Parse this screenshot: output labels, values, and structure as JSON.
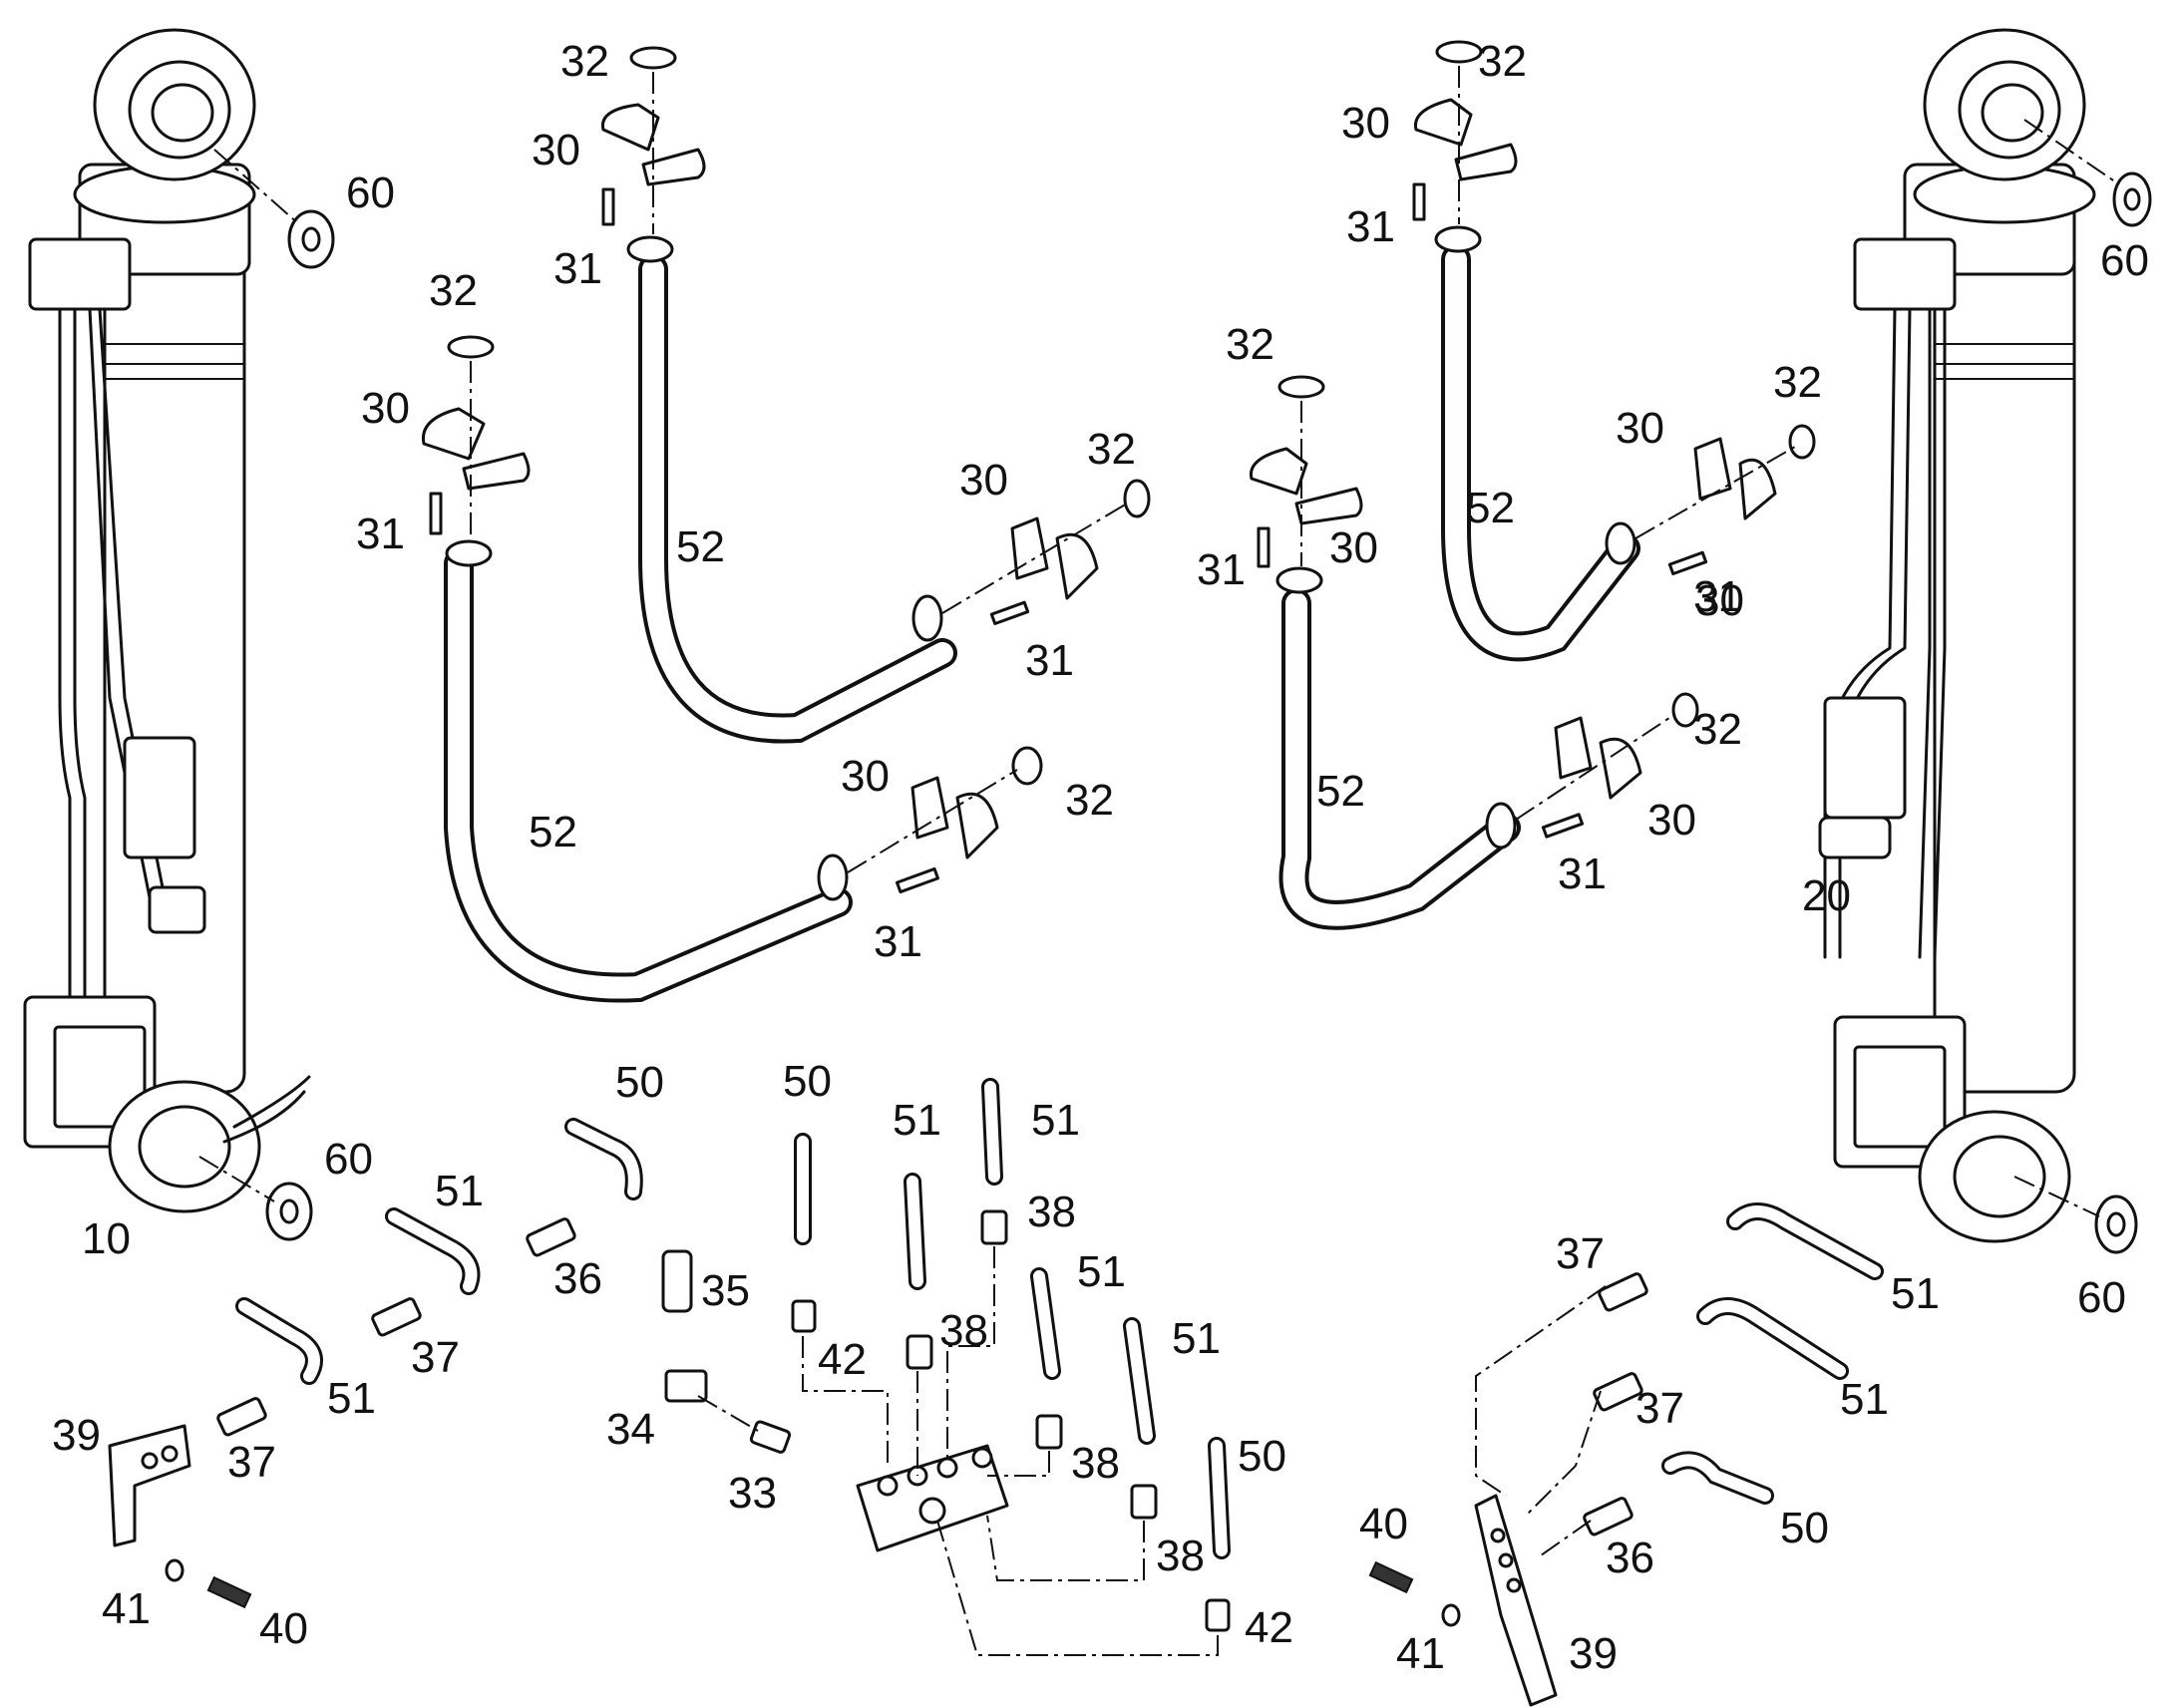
{
  "diagram": {
    "callouts": [
      {
        "id": "c1",
        "text": "32"
      },
      {
        "id": "c2",
        "text": "30"
      },
      {
        "id": "c3",
        "text": "31"
      },
      {
        "id": "c4",
        "text": "32"
      },
      {
        "id": "c5",
        "text": "30"
      },
      {
        "id": "c6",
        "text": "31"
      },
      {
        "id": "c7",
        "text": "60"
      },
      {
        "id": "c8",
        "text": "52"
      },
      {
        "id": "c9",
        "text": "30"
      },
      {
        "id": "c10",
        "text": "32"
      },
      {
        "id": "c11",
        "text": "31"
      },
      {
        "id": "c12",
        "text": "30"
      },
      {
        "id": "c13",
        "text": "32"
      },
      {
        "id": "c14",
        "text": "52"
      },
      {
        "id": "c15",
        "text": "31"
      },
      {
        "id": "c16",
        "text": "32"
      },
      {
        "id": "c17",
        "text": "30"
      },
      {
        "id": "c18",
        "text": "31"
      },
      {
        "id": "c19",
        "text": "32"
      },
      {
        "id": "c20",
        "text": "30"
      },
      {
        "id": "c21",
        "text": "31"
      },
      {
        "id": "c22",
        "text": "30"
      },
      {
        "id": "c23",
        "text": "52"
      },
      {
        "id": "c24",
        "text": "32"
      },
      {
        "id": "c25",
        "text": "30"
      },
      {
        "id": "c26",
        "text": "31"
      },
      {
        "id": "c27",
        "text": "52"
      },
      {
        "id": "c28",
        "text": "32"
      },
      {
        "id": "c29",
        "text": "30"
      },
      {
        "id": "c30",
        "text": "31"
      },
      {
        "id": "c31",
        "text": "60"
      },
      {
        "id": "c32",
        "text": "20"
      },
      {
        "id": "c33",
        "text": "60"
      },
      {
        "id": "c34",
        "text": "10"
      },
      {
        "id": "c35",
        "text": "50"
      },
      {
        "id": "c36",
        "text": "51"
      },
      {
        "id": "c37",
        "text": "36"
      },
      {
        "id": "c38",
        "text": "37"
      },
      {
        "id": "c39",
        "text": "51"
      },
      {
        "id": "c40",
        "text": "39"
      },
      {
        "id": "c41",
        "text": "37"
      },
      {
        "id": "c42",
        "text": "41"
      },
      {
        "id": "c43",
        "text": "40"
      },
      {
        "id": "c44",
        "text": "50"
      },
      {
        "id": "c45",
        "text": "51"
      },
      {
        "id": "c46",
        "text": "51"
      },
      {
        "id": "c47",
        "text": "38"
      },
      {
        "id": "c48",
        "text": "35"
      },
      {
        "id": "c49",
        "text": "42"
      },
      {
        "id": "c50",
        "text": "38"
      },
      {
        "id": "c51",
        "text": "51"
      },
      {
        "id": "c52",
        "text": "51"
      },
      {
        "id": "c53",
        "text": "34"
      },
      {
        "id": "c54",
        "text": "33"
      },
      {
        "id": "c55",
        "text": "38"
      },
      {
        "id": "c56",
        "text": "50"
      },
      {
        "id": "c57",
        "text": "38"
      },
      {
        "id": "c58",
        "text": "42"
      },
      {
        "id": "c59",
        "text": "37"
      },
      {
        "id": "c60",
        "text": "51"
      },
      {
        "id": "c61",
        "text": "60"
      },
      {
        "id": "c62",
        "text": "37"
      },
      {
        "id": "c63",
        "text": "51"
      },
      {
        "id": "c64",
        "text": "36"
      },
      {
        "id": "c65",
        "text": "50"
      },
      {
        "id": "c66",
        "text": "40"
      },
      {
        "id": "c67",
        "text": "41"
      },
      {
        "id": "c68",
        "text": "39"
      }
    ]
  }
}
